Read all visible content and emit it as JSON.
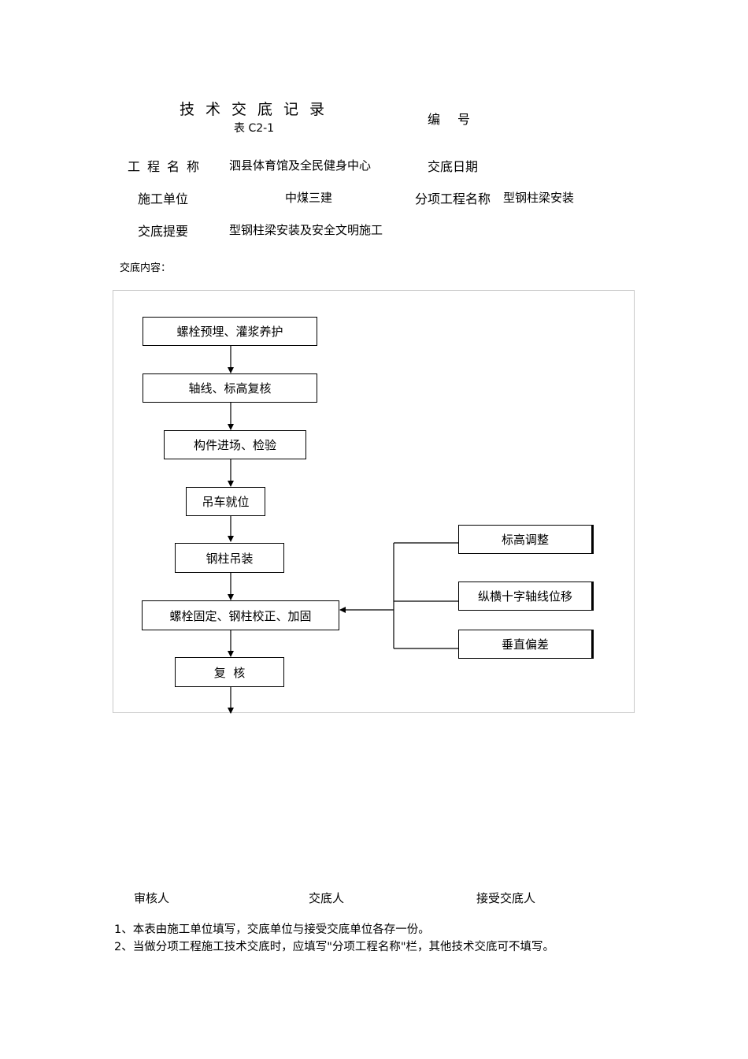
{
  "header": {
    "title": "技术交底记录",
    "form_no": "表 C2-1",
    "serial_label": "编号",
    "serial_value": ""
  },
  "info": {
    "project_name_label": "工程名称",
    "project_name": "泗县体育馆及全民健身中心",
    "date_label": "交底日期",
    "date_value": "",
    "unit_label": "施工单位",
    "unit_value": "中煤三建",
    "sub_project_label": "分项工程名称",
    "sub_project_value": "型钢柱梁安装",
    "summary_label": "交底提要",
    "summary_value": "型钢柱梁安装及安全文明施工"
  },
  "content_label": "交底内容：",
  "flowchart": {
    "steps": [
      "螺栓预埋、灌浆养护",
      "轴线、标高复核",
      "构件进场、检验",
      "吊车就位",
      "钢柱吊装",
      "螺栓固定、钢柱校正、加固",
      "复  核"
    ],
    "adjustments": [
      "标高调整",
      "纵横十字轴线位移",
      "垂直偏差"
    ]
  },
  "signatures": {
    "reviewer": "审核人",
    "discloser": "交底人",
    "receiver": "接受交底人"
  },
  "notes": [
    "1、本表由施工单位填写，交底单位与接受交底单位各存一份。",
    "2、当做分项工程施工技术交底时，应填写\"分项工程名称\"栏，其他技术交底可不填写。"
  ]
}
